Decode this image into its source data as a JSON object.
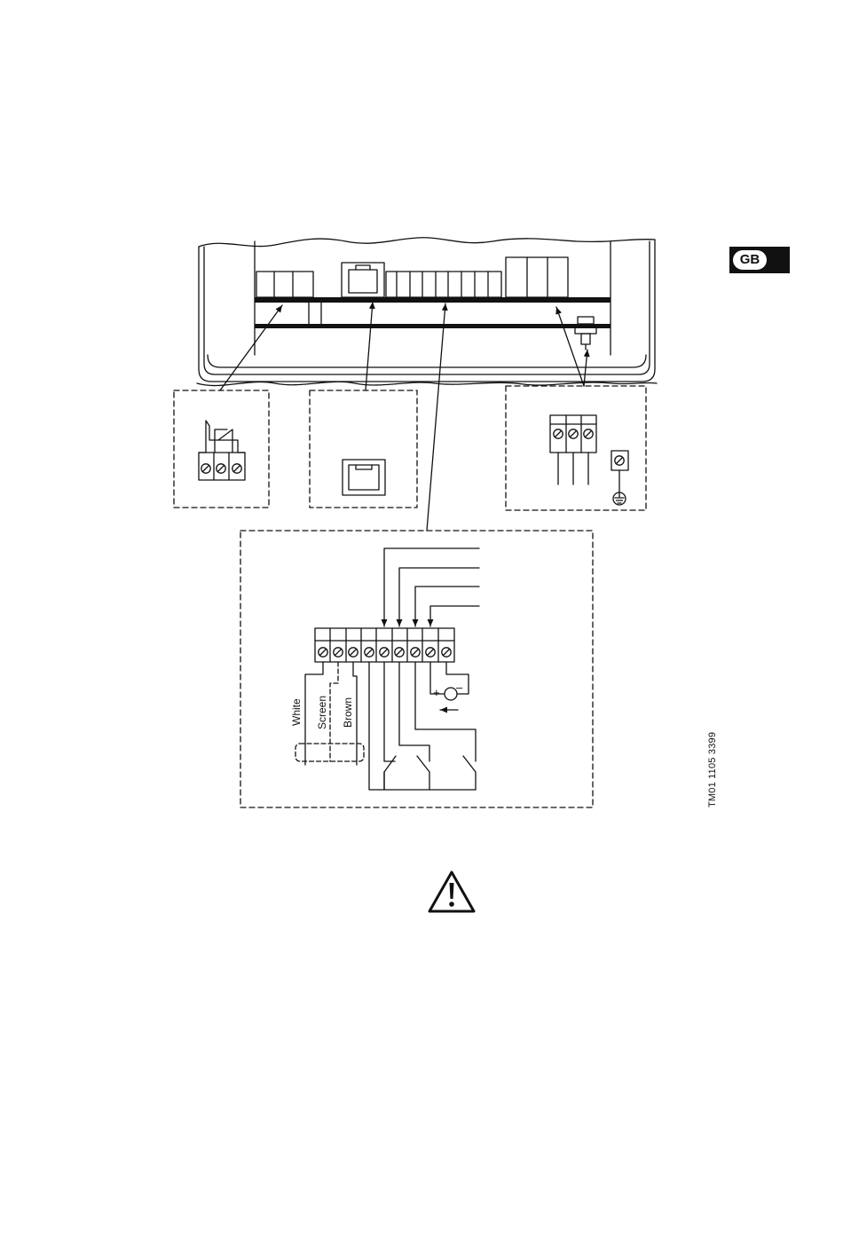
{
  "badge": {
    "label": "GB"
  },
  "wire_labels": {
    "white": "White",
    "screen": "Screen",
    "brown": "Brown"
  },
  "polarity": {
    "plus": "+",
    "minus": "–"
  },
  "document_code": "TM01 1105 3399",
  "icons": [
    "warning-triangle-icon",
    "ground-symbol-icon",
    "rj-socket-icon",
    "terminal-screw-icon"
  ]
}
